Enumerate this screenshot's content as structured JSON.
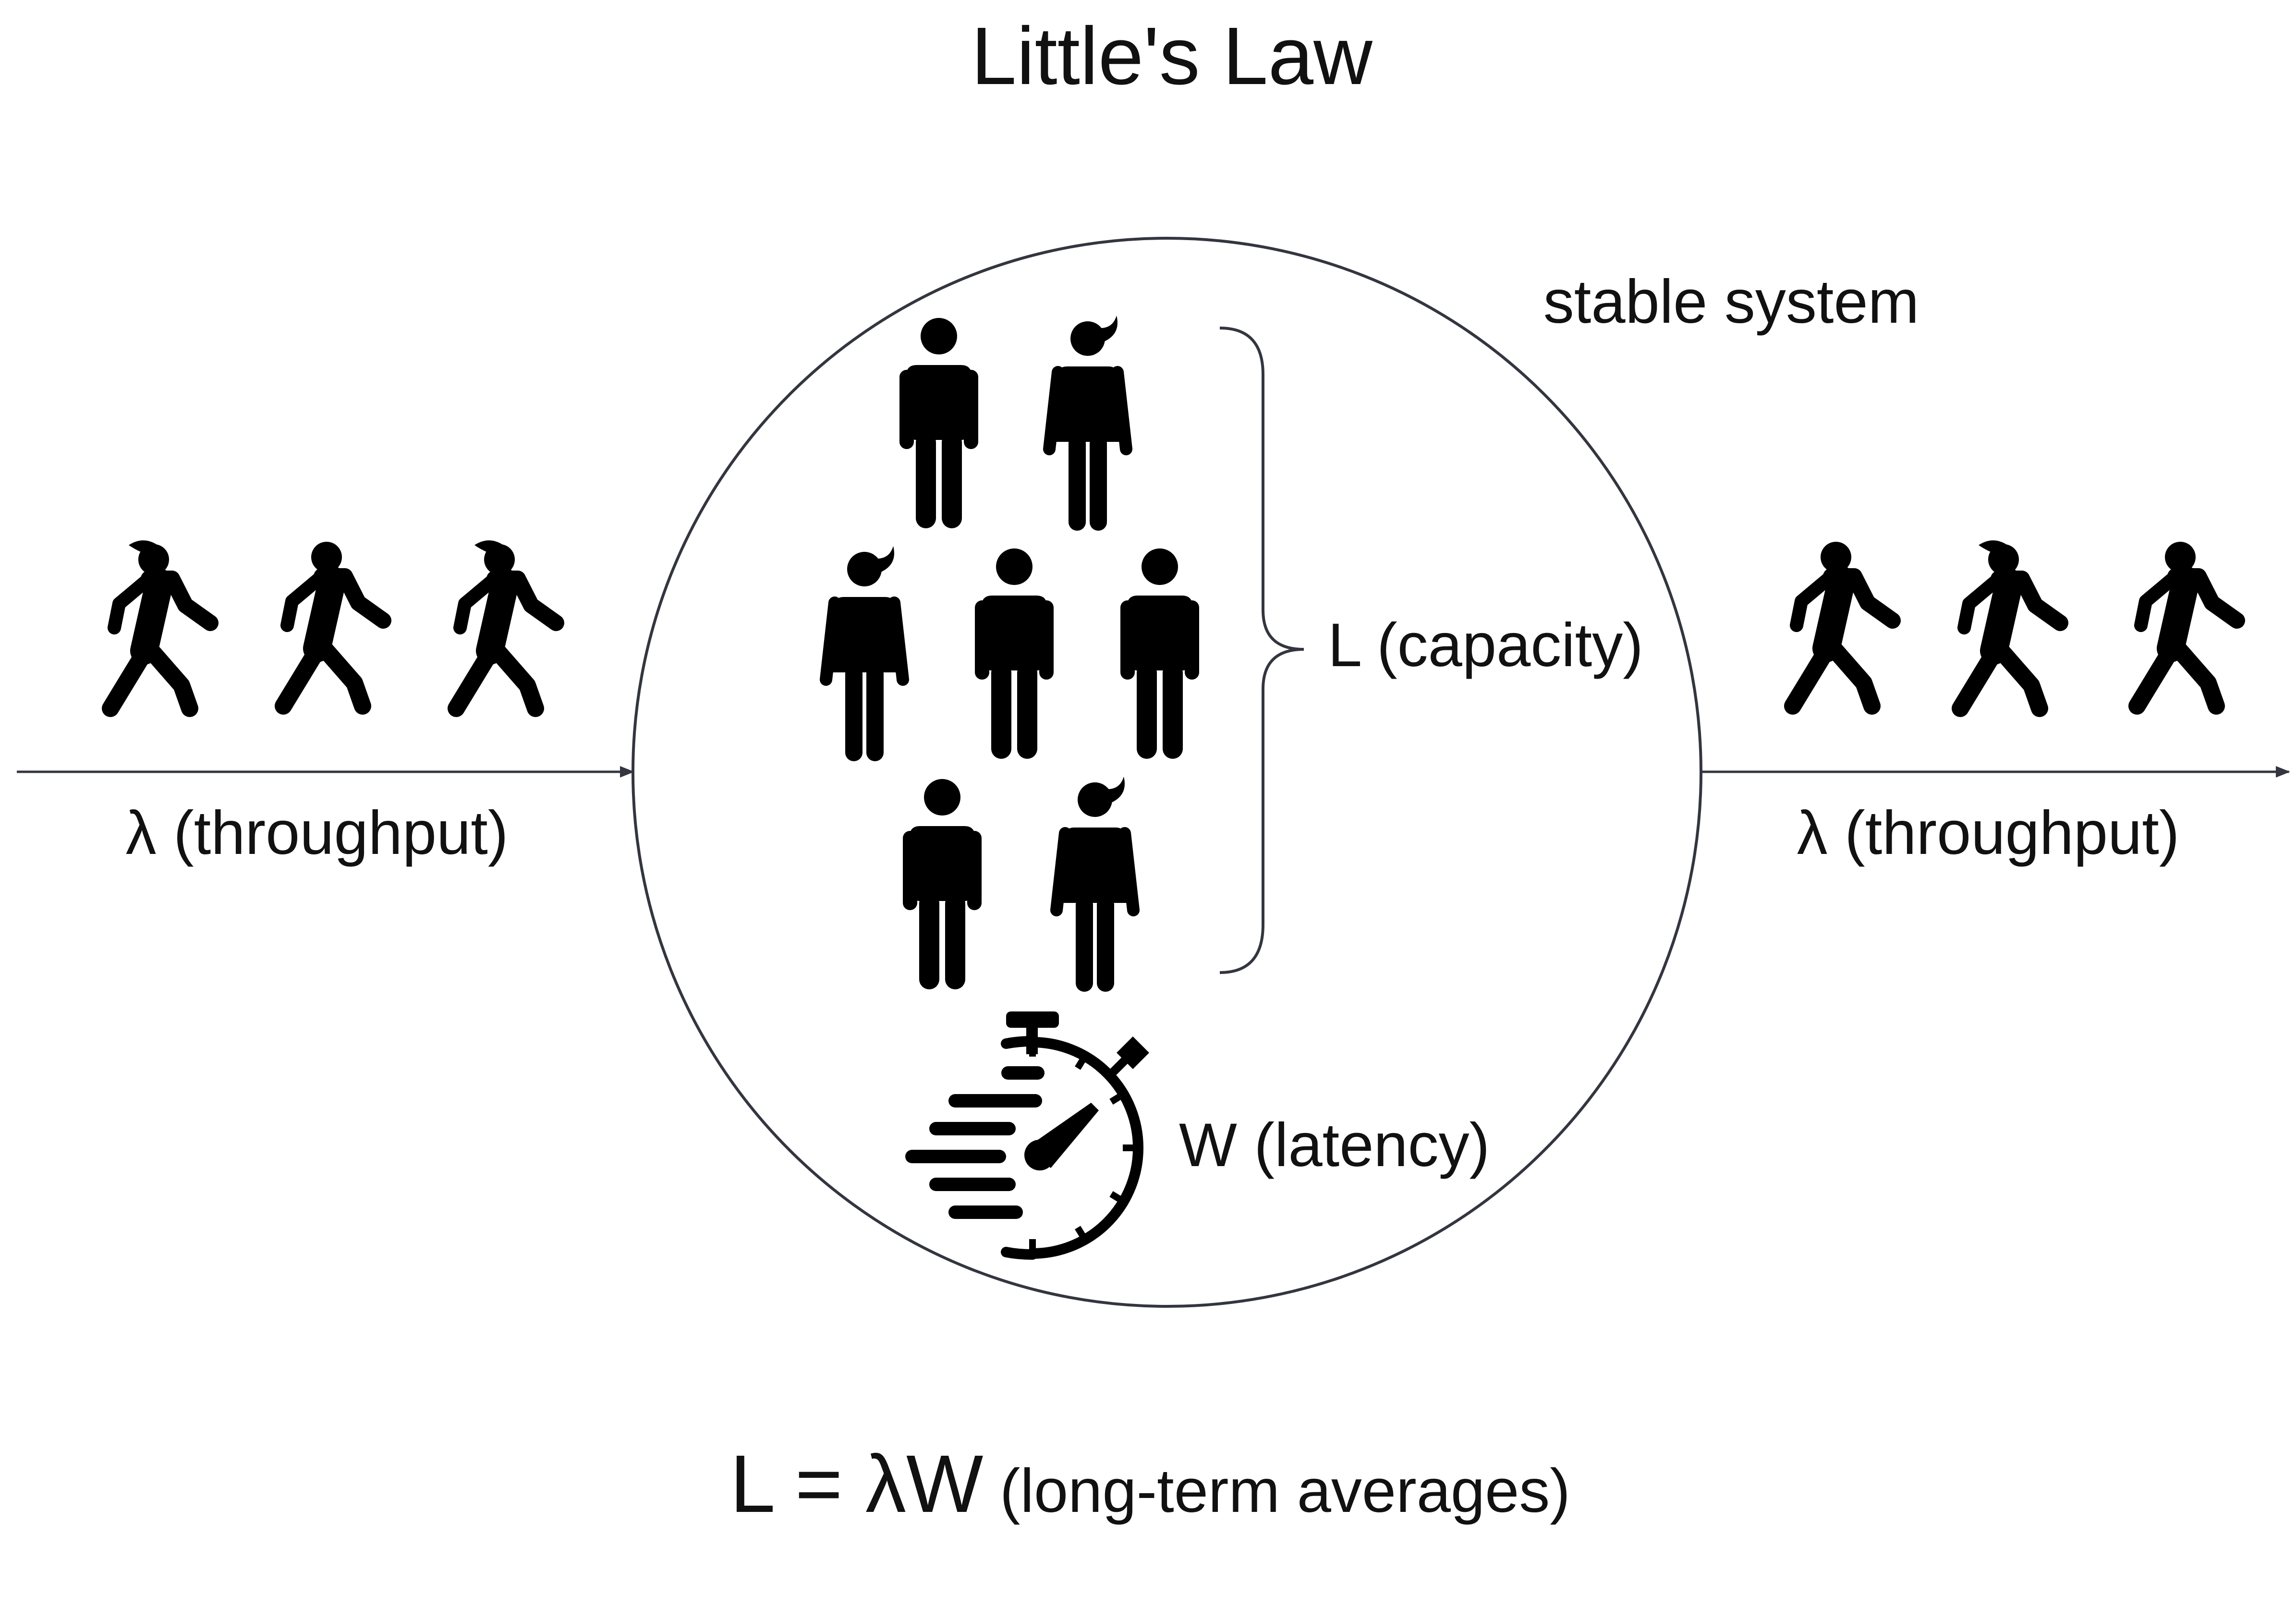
{
  "title": "Little's Law",
  "system_label": "stable system",
  "capacity_label": "L (capacity)",
  "latency_label": "W (latency)",
  "throughput_in_label": "λ (throughput)",
  "throughput_out_label": "λ (throughput)",
  "formula": {
    "main": "L = λW",
    "note": "(long-term averages)"
  },
  "colors": {
    "stroke": "#33363f",
    "figure": "#000000",
    "text": "#111111"
  },
  "icons": {
    "walker": "person-walking-icon",
    "man": "man-standing-icon",
    "woman": "woman-standing-icon",
    "stopwatch": "stopwatch-icon"
  }
}
